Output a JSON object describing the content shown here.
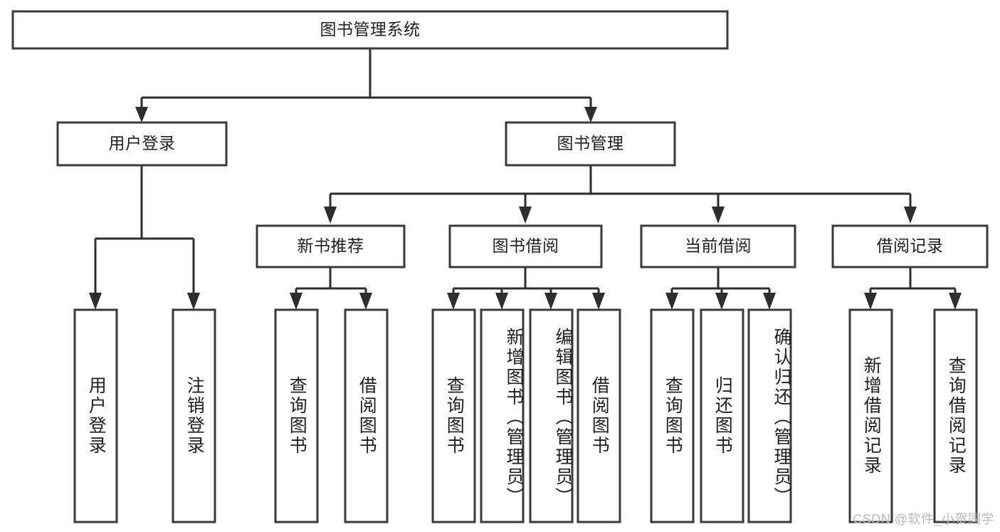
{
  "diagram": {
    "title": "图书管理系统",
    "type": "tree",
    "watermark": "CSDN @软件_小贺同学",
    "colors": {
      "box_stroke": "#3a3a3a",
      "edge": "#2e2e2e",
      "background": "#ffffff",
      "text": "#1f1f1f",
      "watermark": "#b9b9b9"
    },
    "levels": {
      "root": {
        "label": "图书管理系统"
      },
      "level2": [
        {
          "label": "用户登录"
        },
        {
          "label": "图书管理"
        }
      ],
      "level3": [
        {
          "label": "新书推荐"
        },
        {
          "label": "图书借阅"
        },
        {
          "label": "当前借阅"
        },
        {
          "label": "借阅记录"
        }
      ],
      "leaves": [
        {
          "label": "用户登录",
          "parent": "用户登录"
        },
        {
          "label": "注销登录",
          "parent": "用户登录"
        },
        {
          "label": "查询图书",
          "parent": "新书推荐"
        },
        {
          "label": "借阅图书",
          "parent": "新书推荐"
        },
        {
          "label": "查询图书",
          "parent": "图书借阅"
        },
        {
          "label": "新增图书（管理员）",
          "parent": "图书借阅"
        },
        {
          "label": "编辑图书（管理员）",
          "parent": "图书借阅"
        },
        {
          "label": "借阅图书",
          "parent": "图书借阅"
        },
        {
          "label": "查询图书",
          "parent": "当前借阅"
        },
        {
          "label": "归还图书",
          "parent": "当前借阅"
        },
        {
          "label": "确认归还（管理员）",
          "parent": "当前借阅"
        },
        {
          "label": "新增借阅记录",
          "parent": "借阅记录"
        },
        {
          "label": "查询借阅记录",
          "parent": "借阅记录"
        }
      ]
    }
  }
}
